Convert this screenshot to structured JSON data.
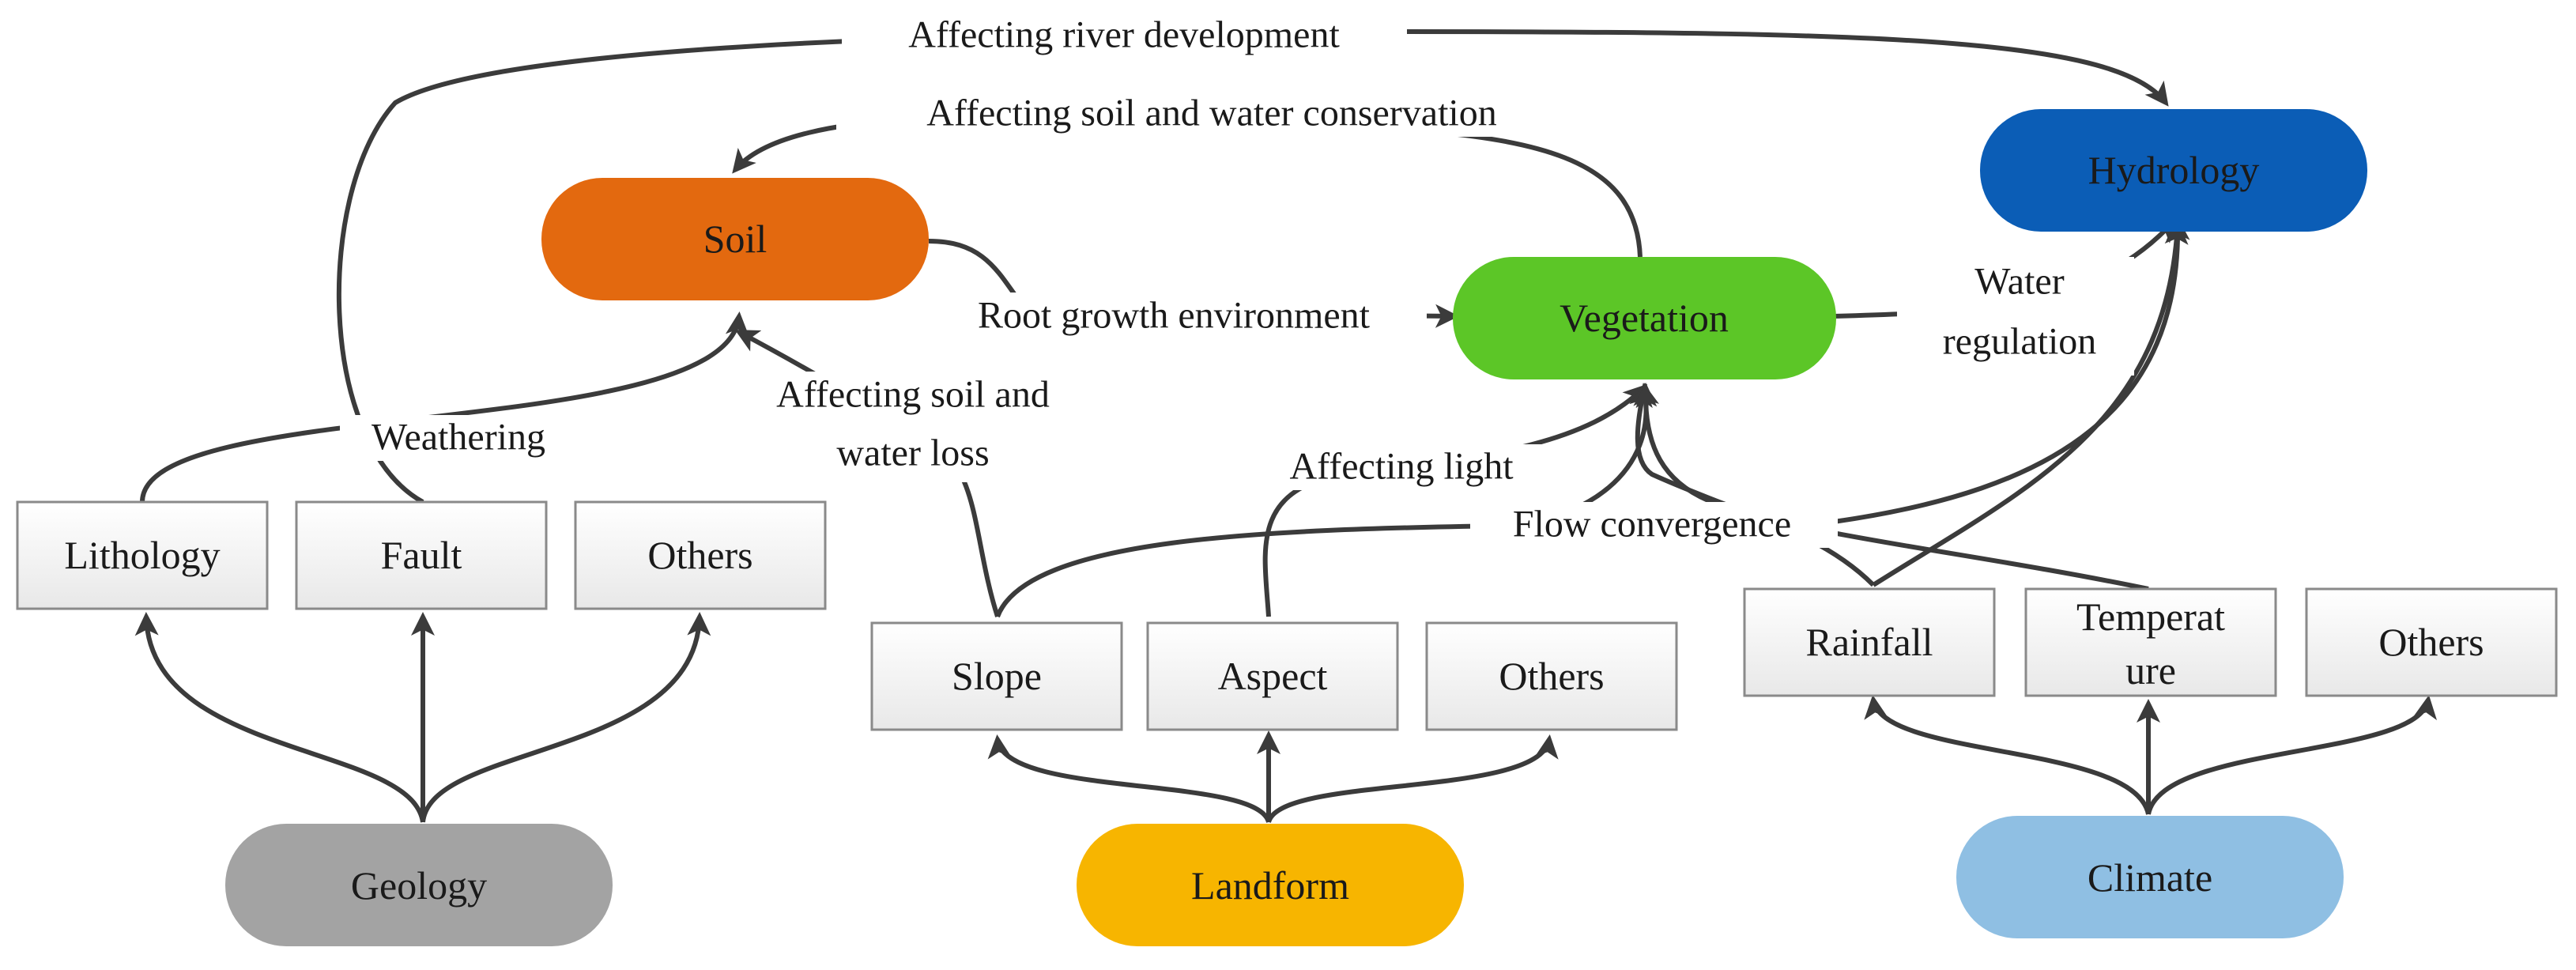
{
  "nodes": {
    "hydrology": {
      "label": "Hydrology",
      "color": "#0b5db6"
    },
    "soil": {
      "label": "Soil",
      "color": "#e3690f"
    },
    "vegetation": {
      "label": "Vegetation",
      "color": "#5cc627"
    },
    "geology": {
      "label": "Geology",
      "color": "#a3a3a3"
    },
    "landform": {
      "label": "Landform",
      "color": "#f7b500"
    },
    "climate": {
      "label": "Climate",
      "color": "#8fbfe3"
    }
  },
  "factors": {
    "lithology": "Lithology",
    "fault": "Fault",
    "geology_others": "Others",
    "slope": "Slope",
    "aspect": "Aspect",
    "landform_others": "Others",
    "rainfall": "Rainfall",
    "temperature_line1": "Temperat",
    "temperature_line2": "ure",
    "climate_others": "Others"
  },
  "relations": {
    "river_development": "Affecting river development",
    "soil_water_conservation": "Affecting soil and water conservation",
    "root_growth": "Root growth environment",
    "water_regulation_line1": "Water",
    "water_regulation_line2": "regulation",
    "weathering": "Weathering",
    "soil_water_loss_line1": "Affecting soil and",
    "soil_water_loss_line2": "water loss",
    "affecting_light": "Affecting light",
    "flow_convergence": "Flow convergence"
  }
}
